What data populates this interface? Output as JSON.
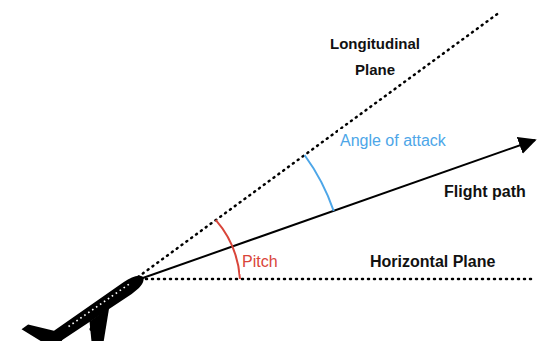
{
  "diagram": {
    "labels": [
      "Longitudinal Plane",
      "Angle of attack",
      "Flight path",
      "Pitch",
      "Horizontal Plane"
    ]
  }
}
